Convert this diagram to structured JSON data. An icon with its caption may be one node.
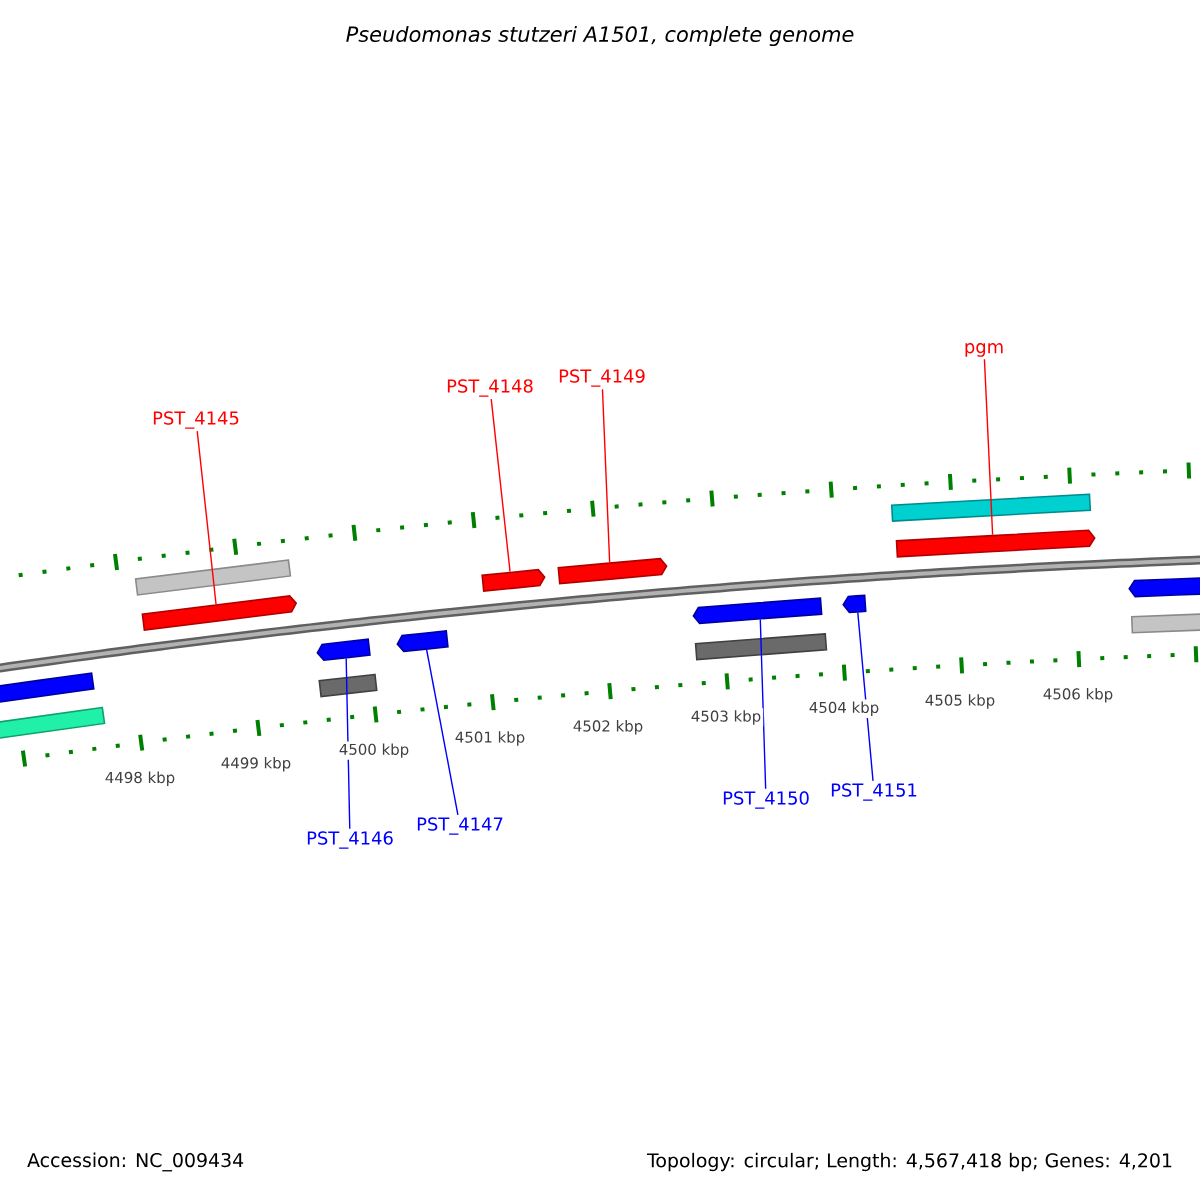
{
  "diagram": {
    "title": "Pseudomonas stutzeri A1501, complete genome",
    "nodes": [
      {
        "text": [
          "PST_4145"
        ]
      },
      {
        "text": [
          "PST_4148"
        ]
      },
      {
        "text": [
          "PST_4149"
        ]
      },
      {
        "text": [
          "pgm"
        ]
      },
      {
        "text": [],
        "shape": "arrow"
      },
      {
        "text": [],
        "shape": "bar"
      },
      {
        "text": [],
        "shape": "bar"
      },
      {
        "text": [],
        "shape": "arrow"
      },
      {
        "text": [],
        "shape": "arrow"
      },
      {
        "text": [],
        "shape": "bar"
      },
      {
        "text": [],
        "shape": "arrow"
      },
      {
        "text": [],
        "shape": "arrow"
      },
      {
        "text": [],
        "shape": "arrow"
      },
      {
        "text": [],
        "shape": "arrow"
      },
      {
        "text": [],
        "shape": "bar"
      },
      {
        "text": [],
        "shape": "arrow"
      },
      {
        "text": [],
        "shape": "bar"
      },
      {
        "text": [],
        "shape": "arrow"
      },
      {
        "text": [],
        "shape": "arrow"
      },
      {
        "text": [],
        "shape": "bar"
      },
      {
        "text": [
          "PST_4146"
        ]
      },
      {
        "text": [
          "PST_4147"
        ]
      },
      {
        "text": [
          "PST_4150"
        ]
      },
      {
        "text": [
          "PST_4151"
        ]
      }
    ],
    "edges": [
      {
        "from": 0,
        "to": 7,
        "arrow": "none",
        "color": "#ff0000"
      },
      {
        "from": 1,
        "to": 11,
        "arrow": "none",
        "color": "#ff0000"
      },
      {
        "from": 2,
        "to": 12,
        "arrow": "none",
        "color": "#ff0000"
      },
      {
        "from": 3,
        "to": 17,
        "arrow": "none",
        "color": "#ff0000"
      },
      {
        "from": 20,
        "to": 8,
        "arrow": "none",
        "color": "#0000ff"
      },
      {
        "from": 21,
        "to": 10,
        "arrow": "none",
        "color": "#0000ff"
      },
      {
        "from": 22,
        "to": 13,
        "arrow": "none",
        "color": "#0000ff"
      },
      {
        "from": 23,
        "to": 15,
        "arrow": "none",
        "color": "#0000ff"
      }
    ],
    "labels": [
      "4498 kbp",
      "4499 kbp",
      "4500 kbp",
      "4501 kbp",
      "4502 kbp",
      "4503 kbp",
      "4504 kbp",
      "4505 kbp",
      "4506 kbp",
      "Accession: NC_009434",
      "Topology: circular; Length: 4,567,418 bp; Genes: 4,201"
    ]
  }
}
